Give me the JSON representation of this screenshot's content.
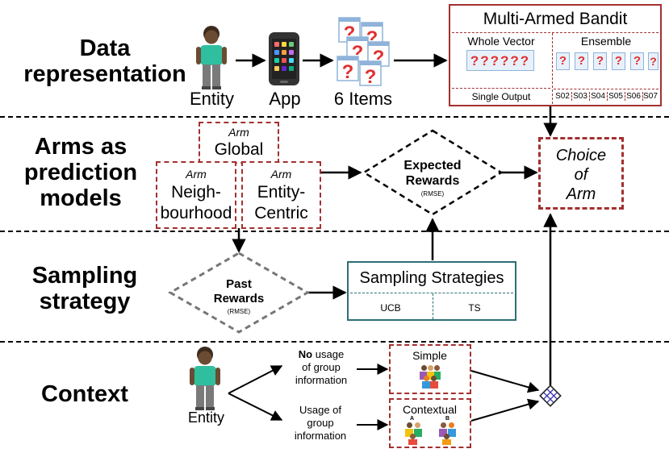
{
  "sections": {
    "data_representation": "Data\nrepresentation",
    "arms": "Arms as\nprediction\nmodels",
    "sampling": "Sampling\nstrategy",
    "context": "Context"
  },
  "top_row": {
    "entity": "Entity",
    "app": "App",
    "items": "6 Items"
  },
  "mab": {
    "title": "Multi-Armed Bandit",
    "whole_vector": "Whole Vector",
    "ensemble": "Ensemble",
    "single_output": "Single Output",
    "outputs": [
      "S02",
      "S03",
      "S04",
      "S05",
      "S06",
      "S07"
    ]
  },
  "arms": {
    "arm_tag": "Arm",
    "global": "Global",
    "neighbourhood": "Neigh-\nbourhood",
    "entity_centric": "Entity-\nCentric"
  },
  "expected_rewards": {
    "title": "Expected\nRewards",
    "sub": "(RMSE)"
  },
  "choice": "Choice\nof\nArm",
  "past_rewards": {
    "title": "Past\nRewards",
    "sub": "(RMSE)"
  },
  "sampling_strategies": {
    "title": "Sampling Strategies",
    "options": [
      "UCB",
      "TS"
    ]
  },
  "context": {
    "entity": "Entity",
    "no_usage_bold": "No",
    "no_usage_rest": " usage\nof group\ninformation",
    "usage": "Usage of\ngroup\ninformation",
    "simple": "Simple",
    "contextual": "Contextual",
    "group_a": "A",
    "group_b": "B"
  },
  "colors": {
    "red": "#a33030",
    "teal": "#2e6e75",
    "gray": "#666666"
  }
}
